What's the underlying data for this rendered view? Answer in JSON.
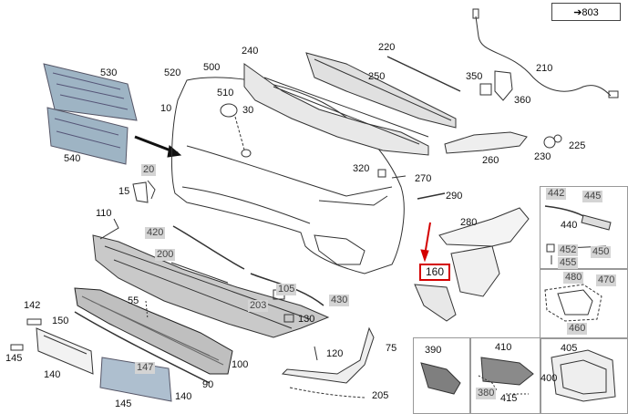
{
  "reference": {
    "label": "➔803"
  },
  "highlight_color": "#d40000",
  "highlighted_part": "160",
  "parts": {
    "p530": "530",
    "p540": "540",
    "p520": "520",
    "p500": "500",
    "p510": "510",
    "p10": "10",
    "p30": "30",
    "p240": "240",
    "p220": "220",
    "p250": "250",
    "p350": "350",
    "p210": "210",
    "p360": "360",
    "p225": "225",
    "p230": "230",
    "p260": "260",
    "p320": "320",
    "p270": "270",
    "p290": "290",
    "p20": "20",
    "p15": "15",
    "p110": "110",
    "p420": "420",
    "p200": "200",
    "p280": "280",
    "p160": "160",
    "p55": "55",
    "p105": "105",
    "p203": "203",
    "p430": "430",
    "p142": "142",
    "p150": "150",
    "p130": "130",
    "p145a": "145",
    "p140a": "140",
    "p120": "120",
    "p75": "75",
    "p147": "147",
    "p100": "100",
    "p90": "90",
    "p145b": "145",
    "p140b": "140",
    "p205": "205",
    "p390": "390",
    "p410": "410",
    "p380": "380",
    "p415": "415",
    "p405": "405",
    "p400": "400",
    "p442": "442",
    "p445": "445",
    "p440": "440",
    "p452": "452",
    "p455": "455",
    "p450": "450",
    "p480": "480",
    "p470": "470",
    "p460": "460"
  }
}
